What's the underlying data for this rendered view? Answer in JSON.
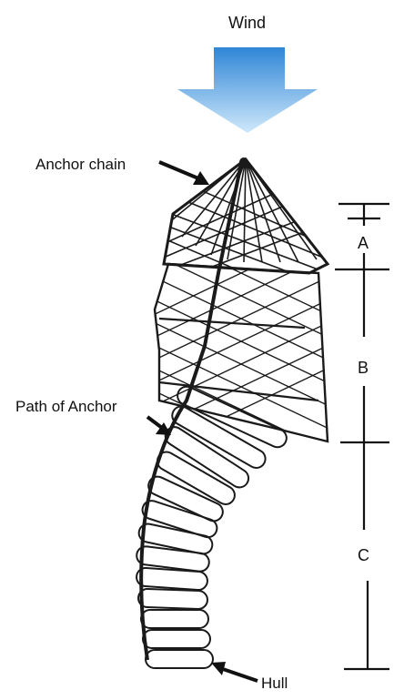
{
  "labels": {
    "wind": "Wind",
    "anchor_chain": "Anchor chain",
    "path_of_anchor": "Path of Anchor",
    "hull": "Hull"
  },
  "segments": [
    {
      "id": "A",
      "label": "A"
    },
    {
      "id": "B",
      "label": "B"
    },
    {
      "id": "C",
      "label": "C"
    }
  ],
  "colors": {
    "wind_arrow_top": "#2f86d6",
    "wind_arrow_bottom": "#cfe8fb",
    "net_ink": "#1a1a1a",
    "background": "#ffffff"
  }
}
